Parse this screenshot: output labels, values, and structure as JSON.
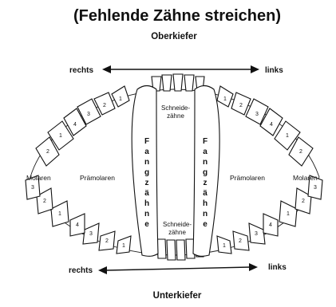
{
  "title": "(Fehlende Zähne streichen)",
  "upper_jaw_label": "Oberkiefer",
  "lower_jaw_label": "Unterkiefer",
  "direction": {
    "top_left": "rechts",
    "top_right": "links",
    "bottom_left": "rechts",
    "bottom_right": "links"
  },
  "regions": {
    "molars_left": "Molaren",
    "premolars_left": "Prämolaren",
    "premolars_right": "Prämolaren",
    "molars_right": "Molaren",
    "incisors_upper": [
      "Schneide-",
      "zähne"
    ],
    "incisors_lower": [
      "Schneide-",
      "zähne"
    ]
  },
  "canines_label_letters": [
    "F",
    "a",
    "n",
    "g",
    "z",
    "ä",
    "h",
    "n",
    "e"
  ],
  "tooth_numbers": {
    "upper_left": [
      "1",
      "2",
      "3",
      "4"
    ],
    "upper_right": [
      "1",
      "2",
      "3",
      "4"
    ],
    "lower_left": [
      "1",
      "2",
      "3",
      "4"
    ],
    "lower_right": [
      "1",
      "2",
      "3",
      "4"
    ],
    "molar_left_upper": [
      "1",
      "2"
    ],
    "molar_left_lower": [
      "1",
      "2",
      "3"
    ],
    "molar_right_upper": [
      "1",
      "2"
    ],
    "molar_right_lower": [
      "1",
      "2",
      "3"
    ]
  }
}
